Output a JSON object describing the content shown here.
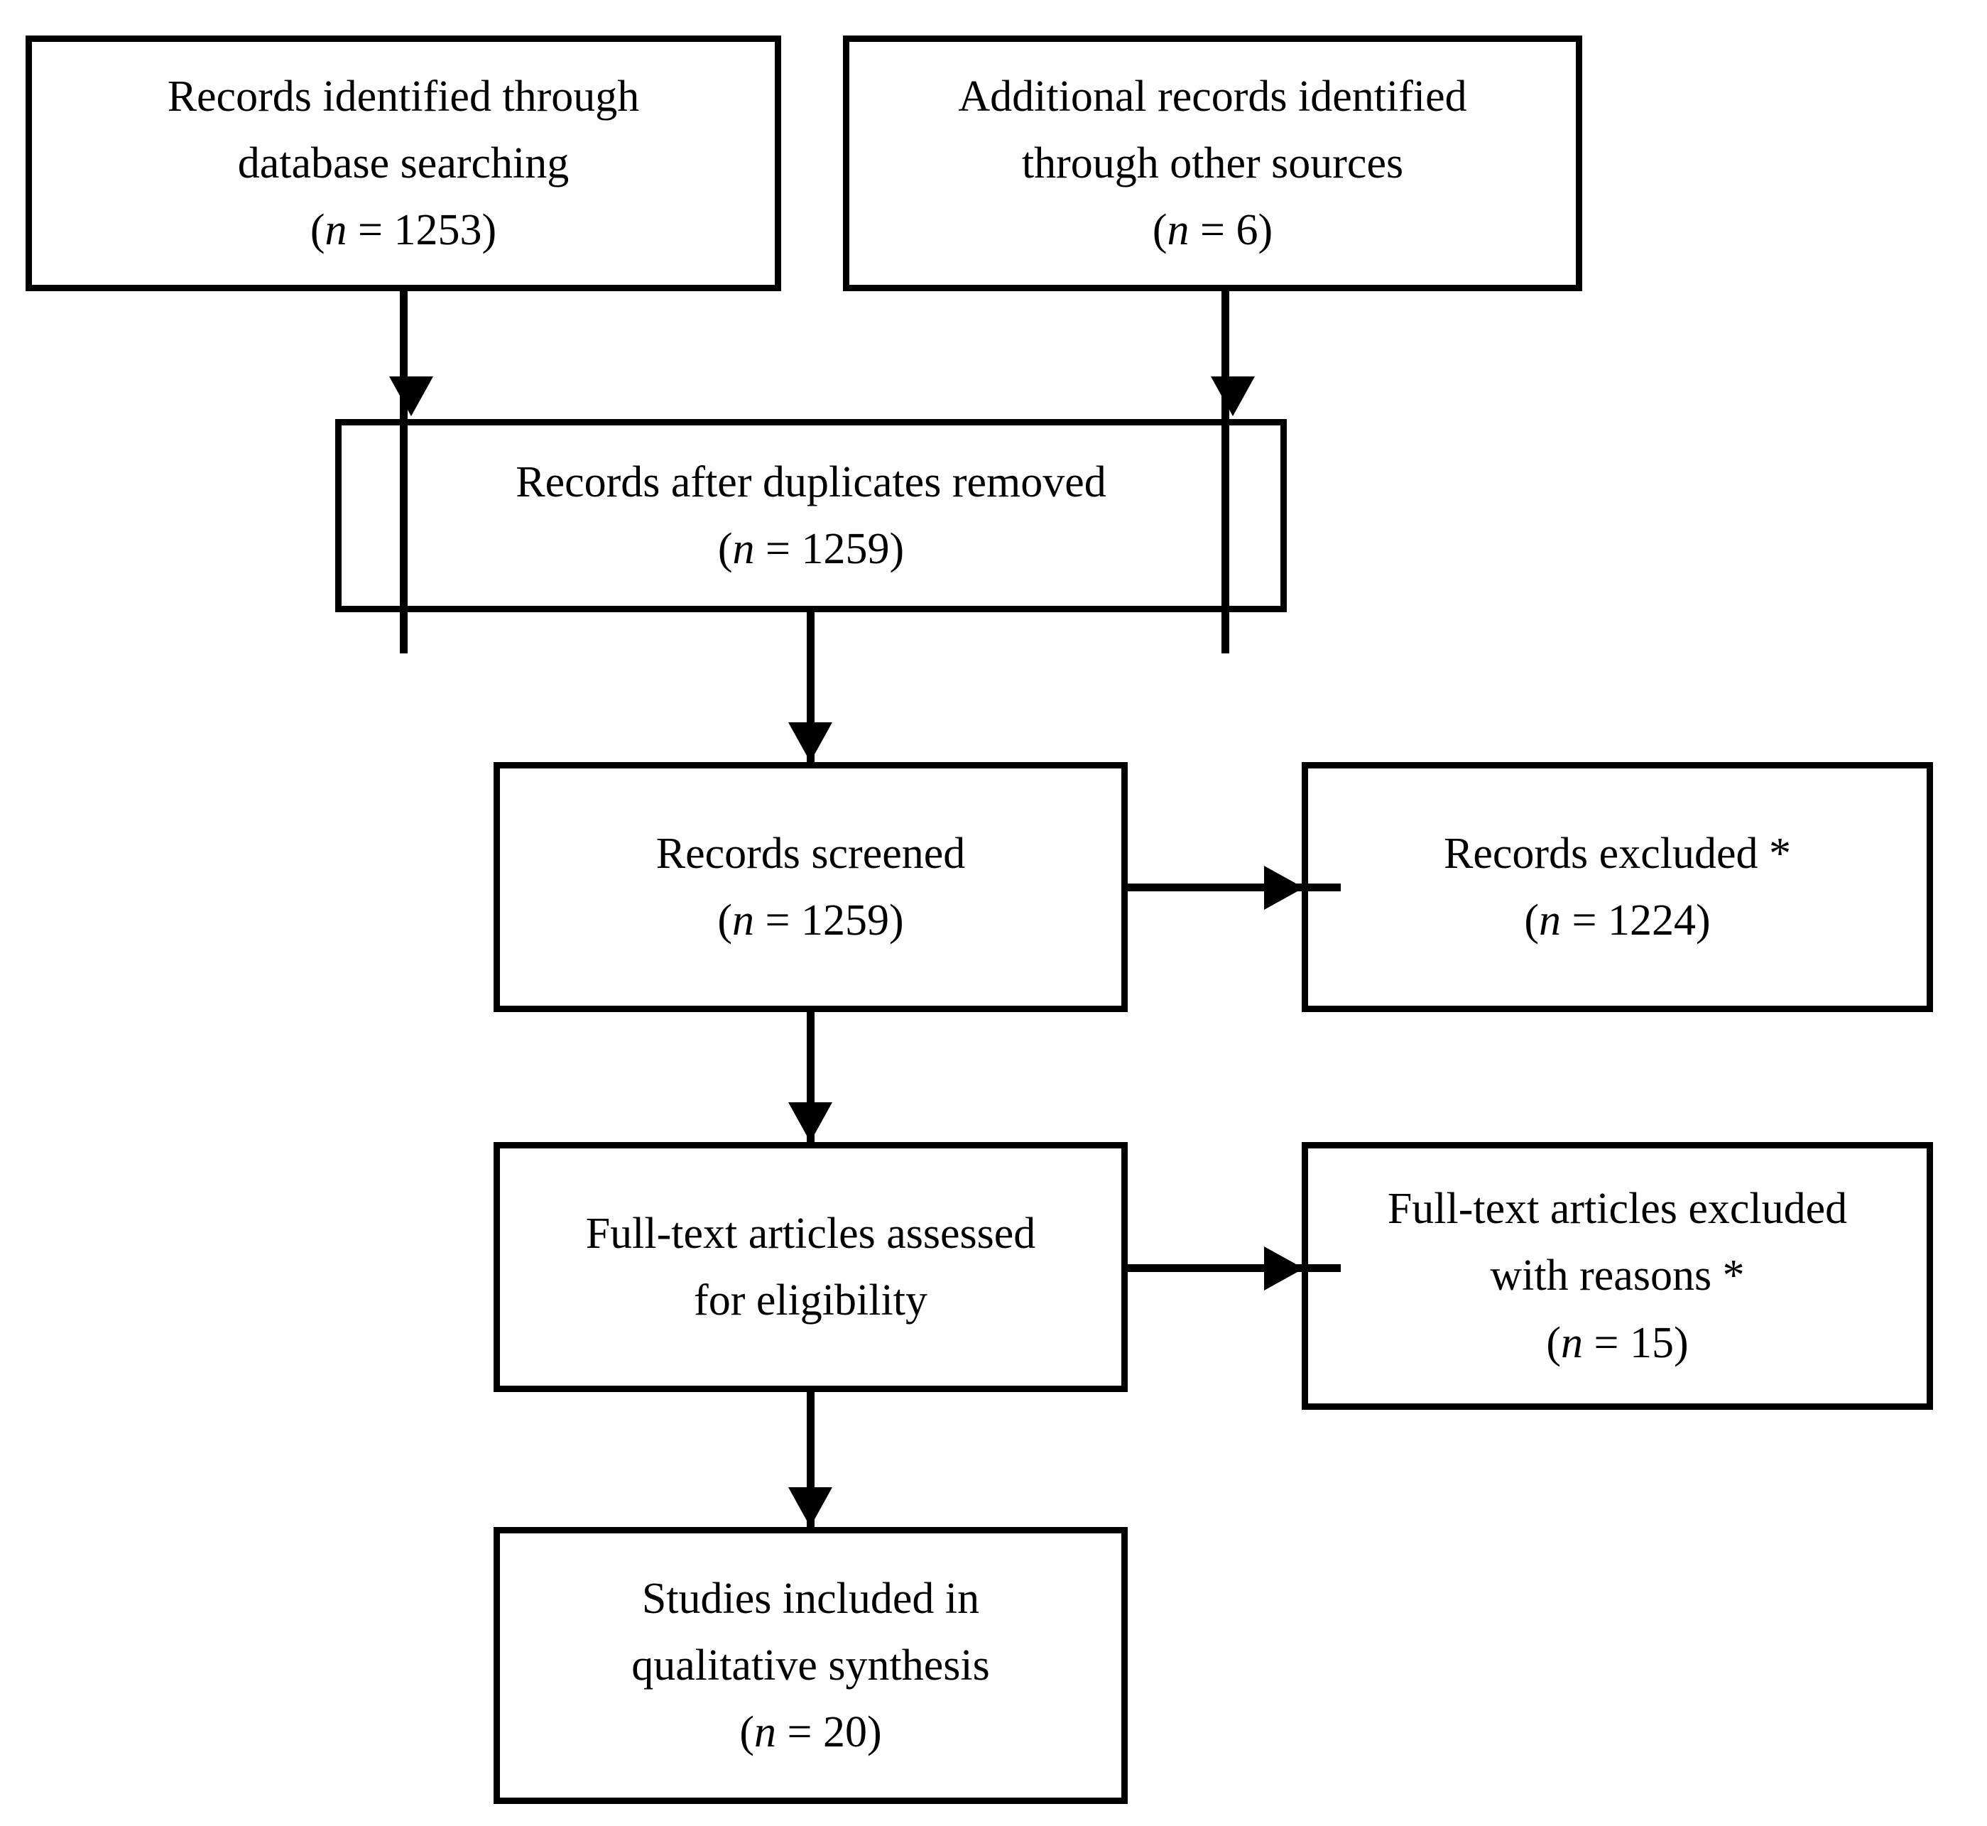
{
  "diagram": {
    "type": "prisma-flow-diagram",
    "title": "",
    "nodes": [
      {
        "id": "records-identified-database",
        "lines": [
          "Records identified through",
          "database searching"
        ],
        "count_prefix": "(",
        "count_var": "n",
        "count_eq": " = ",
        "count_value": "1253",
        "count_suffix": ")"
      },
      {
        "id": "additional-records-other-sources",
        "lines": [
          "Additional records identified",
          "through other sources"
        ],
        "count_prefix": "(",
        "count_var": "n",
        "count_eq": " = ",
        "count_value": "6",
        "count_suffix": ")"
      },
      {
        "id": "records-after-duplicates-removed",
        "lines": [
          "Records after duplicates removed"
        ],
        "count_prefix": "(",
        "count_var": "n",
        "count_eq": " = ",
        "count_value": "1259",
        "count_suffix": ")"
      },
      {
        "id": "records-screened",
        "lines": [
          "Records screened"
        ],
        "count_prefix": "(",
        "count_var": "n",
        "count_eq": " = ",
        "count_value": "1259",
        "count_suffix": ")"
      },
      {
        "id": "records-excluded",
        "lines": [
          "Records excluded *"
        ],
        "count_prefix": "(",
        "count_var": "n",
        "count_eq": " = ",
        "count_value": "1224",
        "count_suffix": ")"
      },
      {
        "id": "full-text-articles-assessed",
        "lines": [
          "Full-text articles assessed",
          "for eligibility"
        ],
        "count_prefix": "",
        "count_var": "",
        "count_eq": "",
        "count_value": "",
        "count_suffix": ""
      },
      {
        "id": "full-text-articles-excluded",
        "lines": [
          "Full-text articles excluded",
          "with reasons *"
        ],
        "count_prefix": "(",
        "count_var": "n",
        "count_eq": " = ",
        "count_value": "15",
        "count_suffix": ")"
      },
      {
        "id": "studies-included-qualitative-synthesis",
        "lines": [
          "Studies included in",
          "qualitative synthesis"
        ],
        "count_prefix": "(",
        "count_var": "n",
        "count_eq": " = ",
        "count_value": "20",
        "count_suffix": ")"
      }
    ],
    "colors": {
      "border": "#000000",
      "box_fill": "#ffffff",
      "text": "#000000",
      "connector": "#000000",
      "background": "#ffffff"
    }
  },
  "boxes": {
    "db": {
      "line1": "Records identified through",
      "line2": "database searching",
      "open_paren": "(",
      "n": "n",
      "eq": " = ",
      "value": "1253",
      "close_paren": ")"
    },
    "other": {
      "line1": "Additional records identified",
      "line2": "through other sources",
      "open_paren": "(",
      "n": "n",
      "eq": " = ",
      "value": "6",
      "close_paren": ")"
    },
    "dupes": {
      "line1": "Records after duplicates removed",
      "open_paren": "(",
      "n": "n",
      "eq": " = ",
      "value": "1259",
      "close_paren": ")"
    },
    "screened": {
      "line1": "Records screened",
      "open_paren": "(",
      "n": "n",
      "eq": " = ",
      "value": "1259",
      "close_paren": ")"
    },
    "rec_excl": {
      "line1": "Records excluded *",
      "open_paren": "(",
      "n": "n",
      "eq": " = ",
      "value": "1224",
      "close_paren": ")"
    },
    "fulltext": {
      "line1": "Full-text articles assessed",
      "line2": "for eligibility"
    },
    "ft_excl": {
      "line1": "Full-text articles excluded",
      "line2": "with reasons *",
      "open_paren": "(",
      "n": "n",
      "eq": " = ",
      "value": "15",
      "close_paren": ")"
    },
    "included": {
      "line1": "Studies included in",
      "line2": "qualitative synthesis",
      "open_paren": "(",
      "n": "n",
      "eq": " = ",
      "value": "20",
      "close_paren": ")"
    }
  }
}
